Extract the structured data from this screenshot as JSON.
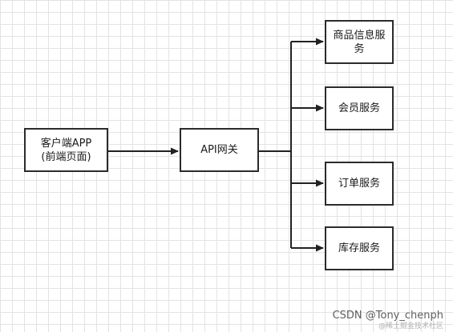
{
  "diagram": {
    "client": {
      "label": "客户端APP\n(前端页面)"
    },
    "gateway": {
      "label": "API网关"
    },
    "services": [
      {
        "label": "商品信息服\n务"
      },
      {
        "label": "会员服务"
      },
      {
        "label": "订单服务"
      },
      {
        "label": "库存服务"
      }
    ],
    "edges": [
      {
        "from": "client",
        "to": "gateway"
      },
      {
        "from": "gateway",
        "to": "services.0"
      },
      {
        "from": "gateway",
        "to": "services.1"
      },
      {
        "from": "gateway",
        "to": "services.2"
      },
      {
        "from": "gateway",
        "to": "services.3"
      }
    ],
    "line_color": "#222222",
    "grid_color": "#e3e3e3"
  },
  "watermarks": {
    "csdn": "CSDN @Tony_chenph",
    "juejin": "@稀土掘金技术社区"
  }
}
